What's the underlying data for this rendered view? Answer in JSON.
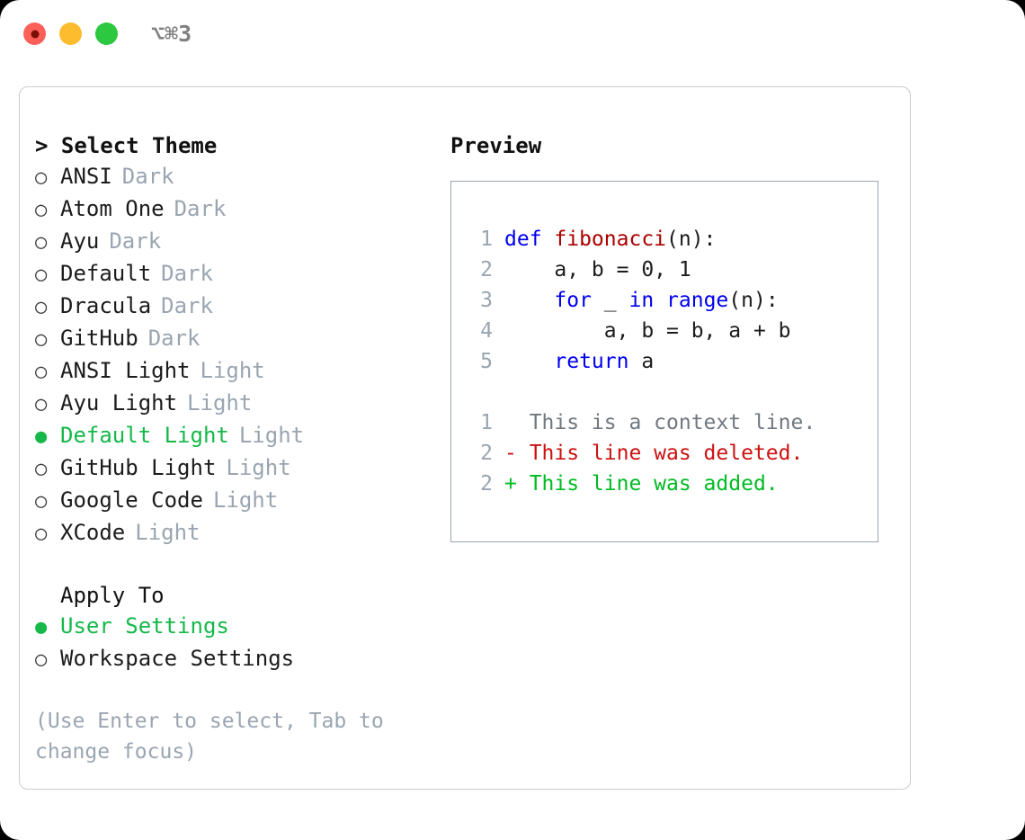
{
  "window": {
    "traffic_lights": [
      "close",
      "minimize",
      "maximize"
    ],
    "shortcut": "⌥⌘3"
  },
  "theme_panel": {
    "header": "> Select Theme",
    "focused": true,
    "options": [
      {
        "label": "ANSI",
        "badge": "Dark",
        "selected": false,
        "marker": "○"
      },
      {
        "label": "Atom One",
        "badge": "Dark",
        "selected": false,
        "marker": "○"
      },
      {
        "label": "Ayu",
        "badge": "Dark",
        "selected": false,
        "marker": "○"
      },
      {
        "label": "Default",
        "badge": "Dark",
        "selected": false,
        "marker": "○"
      },
      {
        "label": "Dracula",
        "badge": "Dark",
        "selected": false,
        "marker": "○"
      },
      {
        "label": "GitHub",
        "badge": "Dark",
        "selected": false,
        "marker": "○"
      },
      {
        "label": "ANSI Light",
        "badge": "Light",
        "selected": false,
        "marker": "○"
      },
      {
        "label": "Ayu Light",
        "badge": "Light",
        "selected": false,
        "marker": "○"
      },
      {
        "label": "Default Light",
        "badge": "Light",
        "selected": true,
        "marker": "●"
      },
      {
        "label": "GitHub Light",
        "badge": "Light",
        "selected": false,
        "marker": "○"
      },
      {
        "label": "Google Code",
        "badge": "Light",
        "selected": false,
        "marker": "○"
      },
      {
        "label": "XCode",
        "badge": "Light",
        "selected": false,
        "marker": "○"
      }
    ]
  },
  "apply_to": {
    "header": "Apply To",
    "options": [
      {
        "label": "User Settings",
        "selected": true,
        "marker": "●"
      },
      {
        "label": "Workspace Settings",
        "selected": false,
        "marker": "○"
      }
    ]
  },
  "hint": "(Use Enter to select, Tab to change focus)",
  "preview": {
    "header": "Preview",
    "code_lines": [
      {
        "number": "1",
        "tokens": [
          {
            "text": "def ",
            "type": "kw"
          },
          {
            "text": "fibonacci",
            "type": "fn"
          },
          {
            "text": "(n):",
            "type": "plain"
          }
        ]
      },
      {
        "number": "2",
        "tokens": [
          {
            "text": "    a, b = 0, 1",
            "type": "plain"
          }
        ]
      },
      {
        "number": "3",
        "tokens": [
          {
            "text": "    ",
            "type": "plain"
          },
          {
            "text": "for",
            "type": "kw"
          },
          {
            "text": " _ ",
            "type": "plain"
          },
          {
            "text": "in",
            "type": "kw"
          },
          {
            "text": " ",
            "type": "plain"
          },
          {
            "text": "range",
            "type": "kw"
          },
          {
            "text": "(n):",
            "type": "plain"
          }
        ]
      },
      {
        "number": "4",
        "tokens": [
          {
            "text": "        a, b = b, a + b",
            "type": "plain"
          }
        ]
      },
      {
        "number": "5",
        "tokens": [
          {
            "text": "    ",
            "type": "plain"
          },
          {
            "text": "return",
            "type": "kw"
          },
          {
            "text": " a",
            "type": "plain"
          }
        ]
      }
    ],
    "diff_lines": [
      {
        "number": "1",
        "text": "  This is a context line.",
        "kind": "context"
      },
      {
        "number": "2",
        "text": "- This line was deleted.",
        "kind": "deleted"
      },
      {
        "number": "2",
        "text": "+ This line was added.",
        "kind": "added"
      }
    ]
  },
  "colors": {
    "selected_green": "#16b84a",
    "muted_blue_gray": "#9aa5b1",
    "keyword_blue": "#0000ee",
    "function_red": "#aa0000",
    "diff_added": "#00bb22",
    "diff_deleted": "#cc1111",
    "card_border": "#c9ccd1"
  }
}
